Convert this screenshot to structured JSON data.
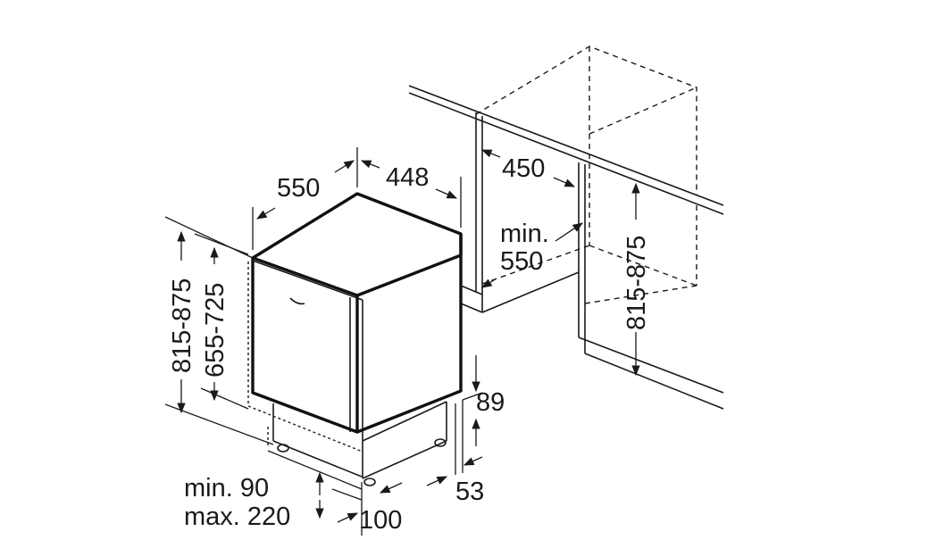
{
  "labels": {
    "width_side": "550",
    "width_front": "448",
    "niche_depth": "450",
    "niche_min_line1": "min.",
    "niche_min_line2": "550",
    "height_niche_left": "815-875",
    "height_door": "655-725",
    "height_niche_right": "815-875",
    "plinth_top": "89",
    "plinth_bottom": "53",
    "plinth_min": "min. 90",
    "plinth_max": "max. 220",
    "foot_depth": "100"
  }
}
